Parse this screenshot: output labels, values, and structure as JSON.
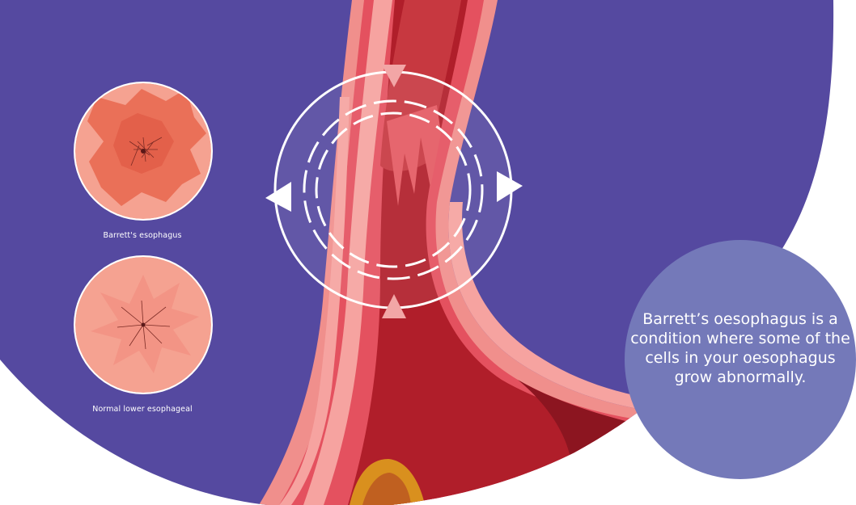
{
  "labels": {
    "barretts": "Barrett's esophagus",
    "normal": "Normal lower esophageal"
  },
  "callout": {
    "text": "Barrett’s oesophagus is a condition where some of the cells in your oesophagus grow abnormally."
  },
  "colors": {
    "background_purple": "#5549a0",
    "callout_circle": "#7479b9",
    "tissue_light": "#f08f8c",
    "tissue_mid": "#e4515f",
    "tissue_dark": "#b01e2a",
    "lumen_dark": "#8c1520",
    "barrett_patch": "#ea7058",
    "stomach_accent": "#d9901e"
  }
}
